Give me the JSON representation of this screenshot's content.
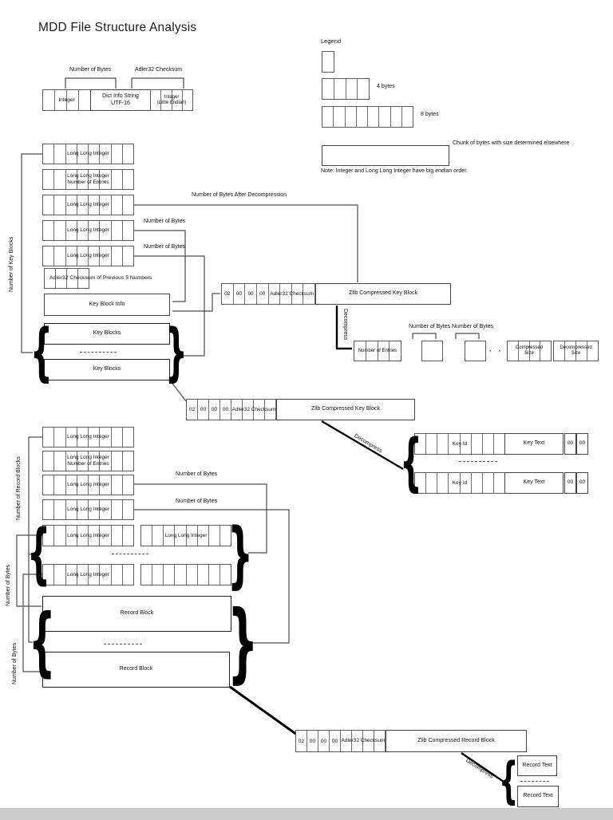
{
  "title": "MDD File Structure Analysis",
  "glyphs": {
    "lbrace": "{",
    "rbrace": "}",
    "dots": "· · ·"
  },
  "legend": {
    "heading": "Legend",
    "four_bytes": "4 bytes",
    "eight_bytes": "8 bytes",
    "chunk": "Chunk of bytes with size determined elsewhere",
    "note": "Note: Integer and Long Long Integer have big endian order."
  },
  "header": {
    "bracket_left": "Number of Bytes",
    "bracket_right": "Adler32 Checksum",
    "integer": "Integer",
    "dict_l1": "Dict Info String",
    "dict_l2": "UTF-16",
    "le_l1": "Integer",
    "le_l2": "(Little Endian)"
  },
  "key_section": {
    "side": "Number of Key Blocks",
    "r1": "Long Long Integer",
    "r2a": "Long Long Integer",
    "r2b": "Number of Entries",
    "r3": "Long Long Integer",
    "r4": "Long Long Integer",
    "r5": "Long Long Integer",
    "adler5": "Adler32 Checksum of Previous 5 Numbers",
    "info": "Key Block Info",
    "blocks1": "Key Blocks",
    "blocks2": "Key Blocks",
    "lbl_r3": "Number of Bytes After Decompression",
    "lbl_r4": "Number of Bytes",
    "lbl_r5": "Number of Bytes"
  },
  "zk1": {
    "c": [
      "02",
      "00",
      "00",
      "00"
    ],
    "adler": "Adler32 Checksum",
    "box": "Zlib Compressed Key Block"
  },
  "decomp1": {
    "label": "Decompress",
    "entries": "Number of Entries",
    "nb1": "Number of Bytes",
    "nb2": "Number of Bytes",
    "comp_l1": "Compressed",
    "comp_l2": "Size",
    "decomp_l1": "Decompressed",
    "decomp_l2": "Size"
  },
  "zk2": {
    "c": [
      "02",
      "00",
      "00",
      "00"
    ],
    "adler": "Adler32 Checksum",
    "box": "Zlib Compressed Key Block"
  },
  "keytext": {
    "decompress": "Decompress",
    "rows": [
      {
        "id": "Key Id",
        "text": "Key Text",
        "z1": "00",
        "z2": "00"
      },
      {
        "id": "Key Id",
        "text": "Key Text",
        "z1": "00",
        "z2": "00"
      }
    ]
  },
  "rec_section": {
    "side": "Number of Record Blocks",
    "nb_a": "Number of Bytes",
    "nb_b": "Number of Bytes",
    "r1": "Long Long Integer",
    "r2a": "Long Long Integer",
    "r2b": "Number of Entries",
    "r3": "Long Long Integer",
    "r4": "Long Long Integer",
    "lbl_r3": "Number of Bytes",
    "lbl_r4": "Number of Bytes",
    "pairA_left": "Long Long Integer",
    "pairA_right": "Long Long Integer",
    "pairB_left": "Long Long Integer",
    "block1": "Record Block",
    "block2": "Record Block"
  },
  "zr": {
    "c": [
      "02",
      "00",
      "00",
      "00"
    ],
    "adler": "Adler32 Checksum",
    "box": "Zlib Compressed Record Block"
  },
  "rectext": {
    "decompress": "Decompress",
    "t1": "Record Text",
    "t2": "Record Text"
  }
}
